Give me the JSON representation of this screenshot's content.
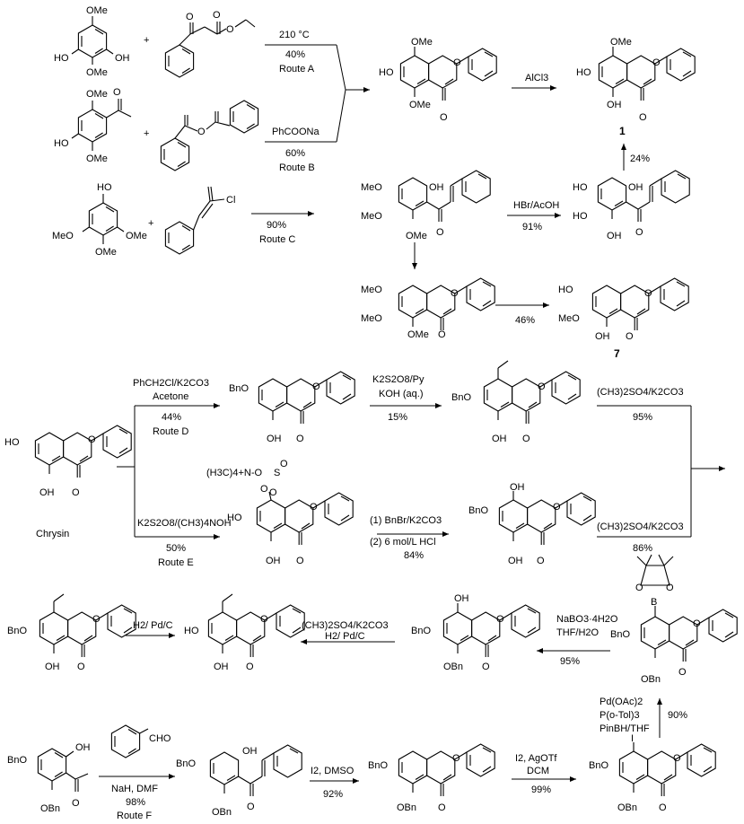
{
  "scheme": {
    "compound_numbers": {
      "flavone_1": "1",
      "flavone_7": "7"
    },
    "top_section": {
      "reagent_A": {
        "line1": "210 °C",
        "line2": "40%",
        "line3": "Route A"
      },
      "reagent_B": {
        "line1": "PhCOONa",
        "line2": "60%",
        "line3": "Route B"
      },
      "reagent_C": {
        "line1": "90%",
        "line2": "Route C"
      },
      "demethylation_1": {
        "label": "AlCl3"
      },
      "demethylation_2": {
        "line1": "HBr/AcOH",
        "line2": "91%"
      },
      "cyclization_1": {
        "label": "24%"
      },
      "cyclization_2": {
        "label": "46%"
      },
      "plus_signs": [
        "+",
        "+",
        "+"
      ],
      "substituent_labels": [
        "OMe",
        "HO",
        "OH",
        "OMe",
        "OMe",
        "HO",
        "OMe",
        "HO",
        "OH",
        "MeO",
        "OMe",
        "OMe",
        "Cl",
        "O",
        "O",
        "O",
        "O",
        "O"
      ],
      "intermediate_labels": [
        "MeO",
        "MeO",
        "OMe",
        "OH",
        "O",
        "HO",
        "HO",
        "OH",
        "OH",
        "O"
      ],
      "product_labels": [
        "HO",
        "OMe",
        "OMe",
        "O",
        "O",
        "HO",
        "OMe",
        "OH",
        "O",
        "O",
        "MeO",
        "MeO",
        "OMe",
        "O",
        "O",
        "HO",
        "MeO",
        "OH",
        "O",
        "O"
      ]
    },
    "middle_section": {
      "start_name": "Chrysin",
      "start_labels": [
        "HO",
        "OH",
        "O",
        "O"
      ],
      "route_D": {
        "line1": "PhCH2Cl/K2CO3",
        "line2": "Acetone",
        "line3": "44%",
        "line4": "Route D"
      },
      "route_E": {
        "line1": "K2S2O8/(CH3)4NOH",
        "line2": "50%",
        "line3": "Route E"
      },
      "elbs_D": {
        "line1": "K2S2O8/Py",
        "line2": "KOH (aq.)",
        "line3": "15%"
      },
      "benzyl_E": {
        "line1": "(1) BnBr/K2CO3",
        "line2": "(2) 6 mol/L HCl",
        "line3": "84%"
      },
      "methylation_upper": {
        "line1": "(CH3)2SO4/K2CO3",
        "line2": "95%"
      },
      "methylation_lower": {
        "line1": "(CH3)2SO4/K2CO3",
        "line2": "86%"
      },
      "sulfate_labels": {
        "cation": "(H3C)4+N-O",
        "s": "S",
        "o1": "O",
        "o2": "O",
        "o3": "O"
      },
      "compound_labels": [
        "BnO",
        "OH",
        "O",
        "O",
        "BnO",
        "OH",
        "O",
        "O",
        "HO",
        "OH",
        "O",
        "O",
        "BnO",
        "OH",
        "OH",
        "O",
        "O"
      ]
    },
    "lower_section": {
      "hydrogenolysis": {
        "label": "H2/ Pd/C"
      },
      "methyl_hydro": {
        "line1": "(CH3)2SO4/K2CO3",
        "line2": "H2/ Pd/C"
      },
      "oxidation": {
        "line1": "NaBO3·4H2O",
        "line2": "THF/H2O",
        "line3": "95%"
      },
      "borylation": {
        "line1": "Pd(OAc)2",
        "line2": "P(o-Tol)3",
        "line3": "PinBH/THF",
        "line4": "90%"
      },
      "compound_labels": [
        "BnO",
        "OH",
        "O",
        "O",
        "HO",
        "OH",
        "O",
        "O",
        "BnO",
        "OH",
        "OBn",
        "O",
        "O",
        "BnO",
        "OBn",
        "O",
        "O",
        "B",
        "O",
        "O"
      ]
    },
    "bottom_section": {
      "route_F": {
        "line1": "NaH, DMF",
        "line2": "98%",
        "line3": "Route F",
        "aldehyde": "CHO"
      },
      "cyclization": {
        "line1": "I2, DMSO",
        "line2": "92%"
      },
      "iodination": {
        "line1": "I2, AgOTf",
        "line2": "DCM",
        "line3": "99%"
      },
      "compound_labels": [
        "BnO",
        "OH",
        "OBn",
        "O",
        "BnO",
        "OH",
        "OBn",
        "O",
        "BnO",
        "OBn",
        "O",
        "O",
        "BnO",
        "I",
        "OBn",
        "O",
        "O"
      ]
    }
  }
}
